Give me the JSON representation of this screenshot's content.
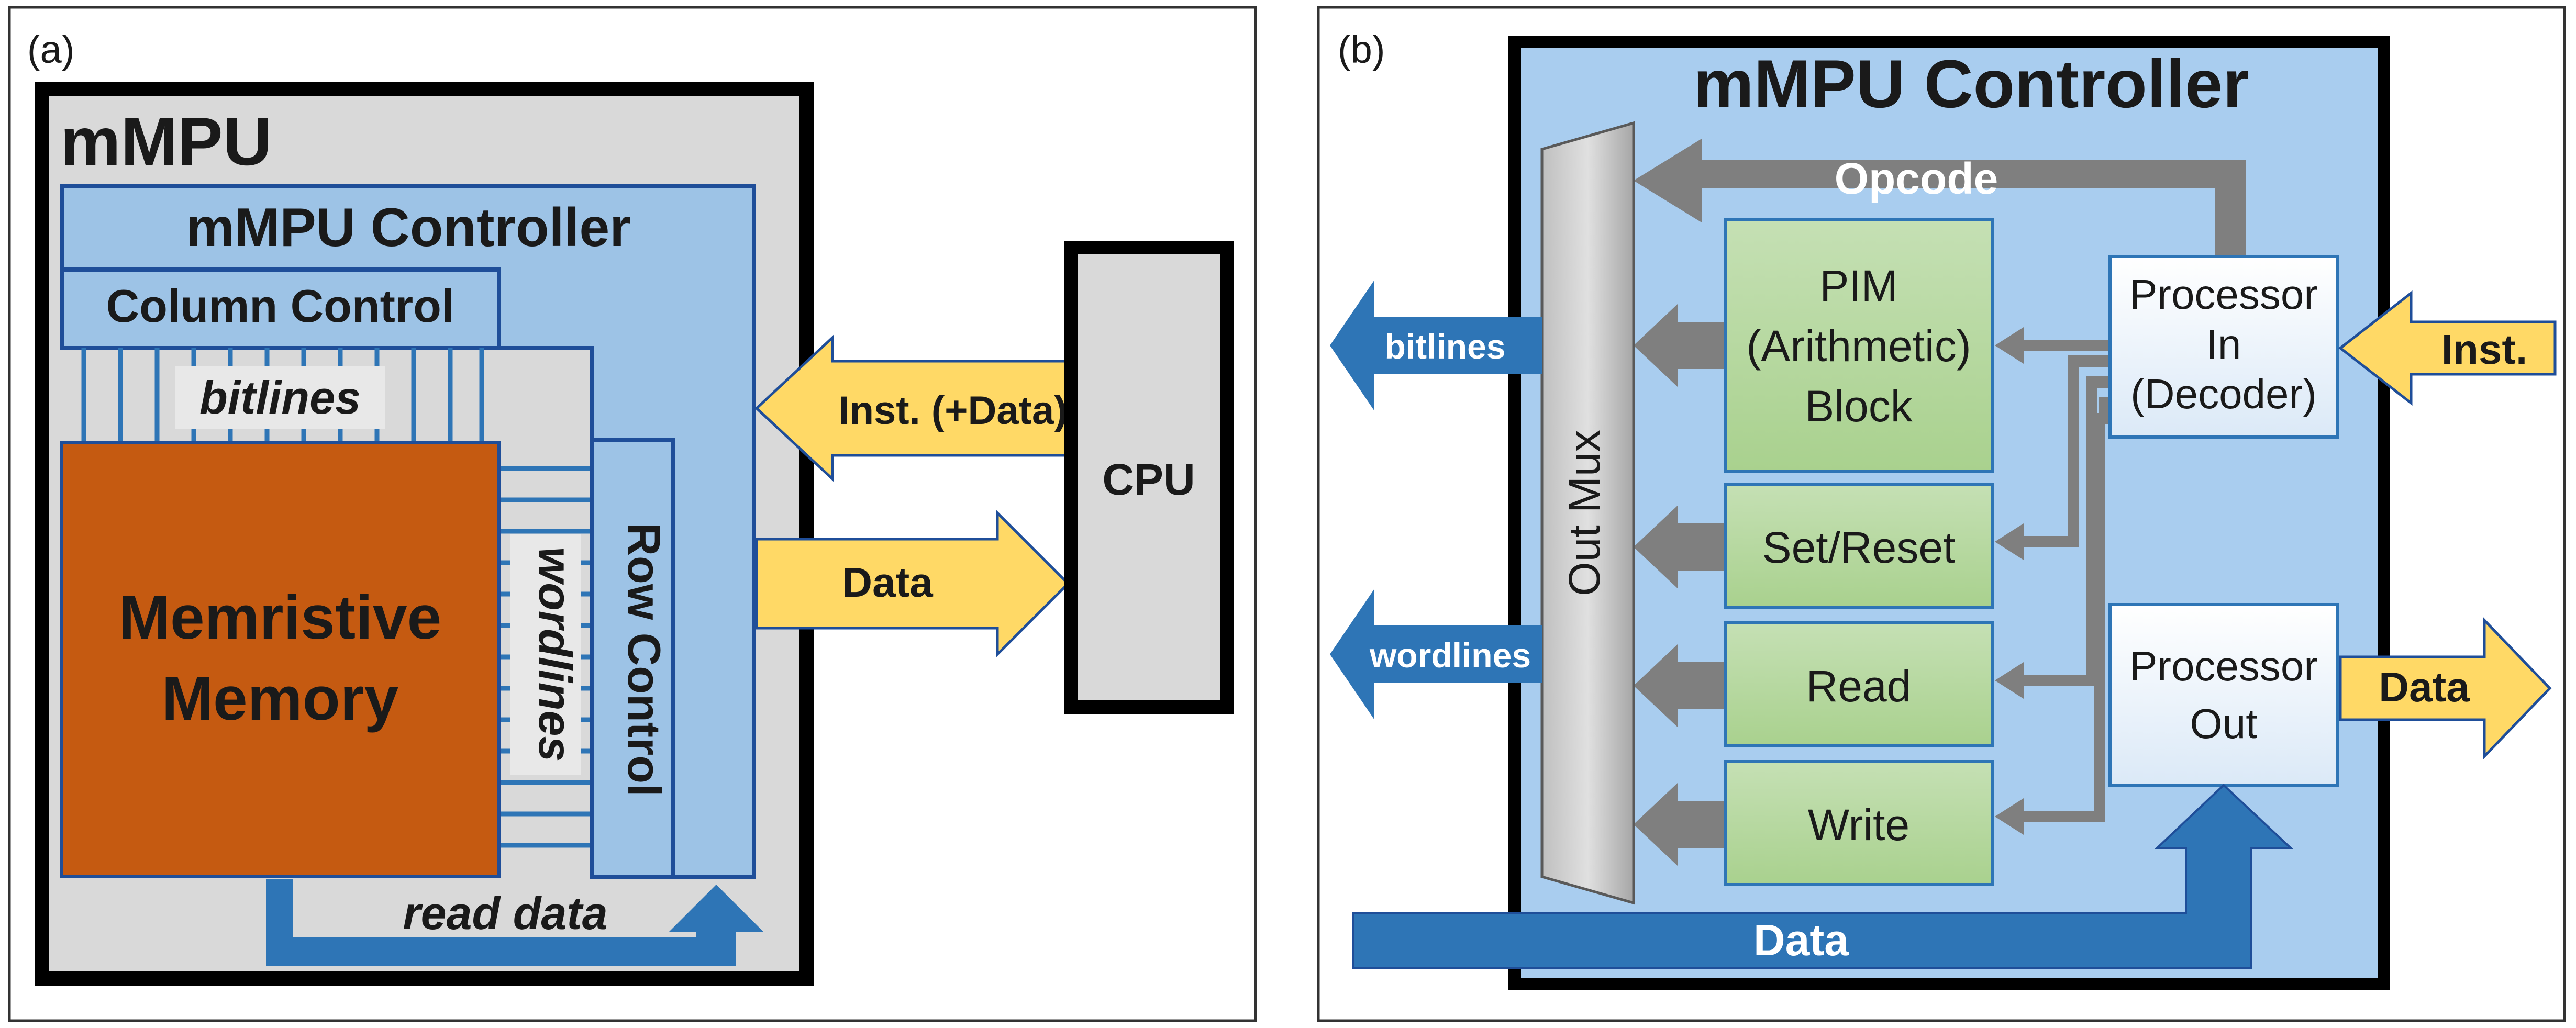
{
  "panel_a": {
    "tag": "(a)",
    "mmpu_title": "mMPU",
    "controller_title": "mMPU Controller",
    "column_control": "Column Control",
    "bitlines": "bitlines",
    "memory_line1": "Memristive",
    "memory_line2": "Memory",
    "wordlines": "wordlines",
    "row_control": "Row Control",
    "read_data": "read data",
    "inst_arrow": "Inst. (+Data)",
    "data_arrow": "Data",
    "cpu": "CPU"
  },
  "panel_b": {
    "tag": "(b)",
    "controller_title": "mMPU Controller",
    "opcode": "Opcode",
    "out_mux": "Out Mux",
    "pim_line1": "PIM",
    "pim_line2": "(Arithmetic)",
    "pim_line3": "Block",
    "set_reset": "Set/Reset",
    "read": "Read",
    "write": "Write",
    "proc_in_line1": "Processor",
    "proc_in_line2": "In",
    "proc_in_line3": "(Decoder)",
    "proc_out_line1": "Processor",
    "proc_out_line2": "Out",
    "inst_arrow": "Inst.",
    "data_arrow": "Data",
    "bitlines": "bitlines",
    "wordlines": "wordlines",
    "data_bus": "Data"
  },
  "colors": {
    "controller_blue": "#9dc3e6",
    "border_blue": "#1f4e99",
    "memory_orange": "#c55a11",
    "mmpu_grey": "#d9d9d9",
    "arrow_yellow": "#ffd966",
    "bus_blue": "#2e75b6",
    "block_green": "#a9d18e",
    "proc_white": "#e8f3fc",
    "grey_arrow": "#7f7f7f"
  }
}
